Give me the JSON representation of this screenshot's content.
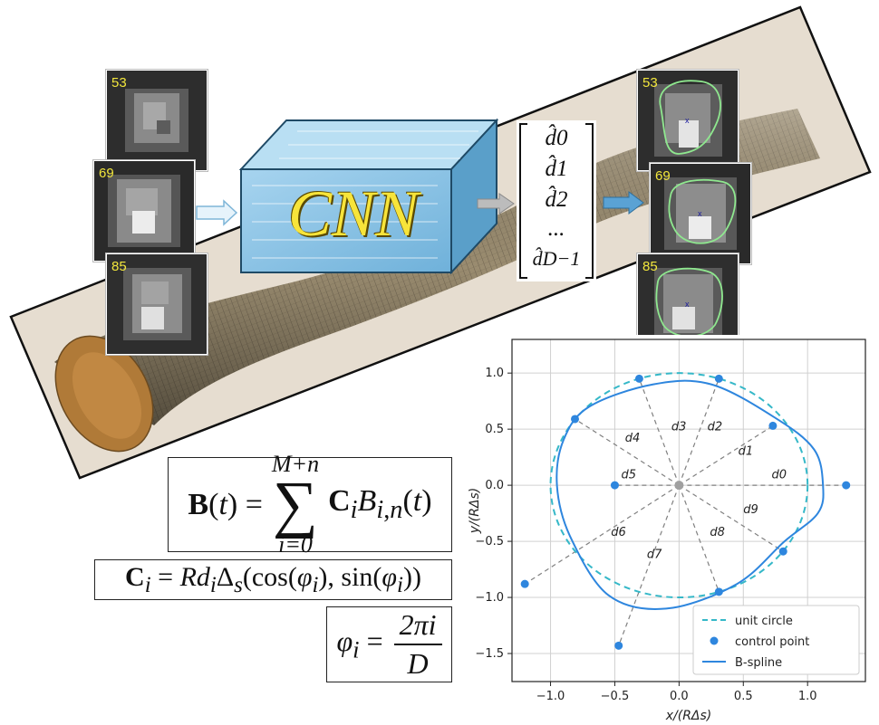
{
  "slices_input": [
    "53",
    "69",
    "85"
  ],
  "slices_output": [
    "53",
    "69",
    "85"
  ],
  "cnn_label": "CNN",
  "vector_entries": [
    "d̂0",
    "d̂1",
    "d̂2",
    "...",
    "d̂D−1"
  ],
  "equations": {
    "bspline": {
      "lhs": "B(t) =",
      "sum_top": "M+n",
      "sum_bottom": "i=0",
      "term": "C_i B_{i,n}(t)"
    },
    "control": "C_i = R d_i Δ_s (cos(φ_i), sin(φ_i))",
    "phi": {
      "lhs": "φ_i =",
      "num": "2πi",
      "den": "D"
    }
  },
  "colors": {
    "plot_blue": "#2e86de",
    "circle_cyan": "#35b8c8",
    "cnn_face": "#8ec6e6",
    "label_yellow": "#f2e63c",
    "contour_green": "#8fe88f"
  },
  "chart_data": {
    "type": "line",
    "xlabel": "x/(RΔs)",
    "ylabel": "y/(RΔs)",
    "xlim": [
      -1.3,
      1.45
    ],
    "ylim": [
      -1.75,
      1.3
    ],
    "xticks": [
      -1.0,
      -0.5,
      0.0,
      0.5,
      1.0
    ],
    "yticks": [
      -1.5,
      -1.0,
      -0.5,
      0.0,
      0.5,
      1.0
    ],
    "grid": true,
    "legend_position": "bottom-right",
    "radial_labels": [
      "d0",
      "d1",
      "d2",
      "d3",
      "d4",
      "d5",
      "d6",
      "d7",
      "d8",
      "d9"
    ],
    "series": [
      {
        "name": "unit circle",
        "style": "dashed"
      },
      {
        "name": "control point",
        "style": "marker",
        "points": [
          [
            1.3,
            0.0
          ],
          [
            0.73,
            0.53
          ],
          [
            0.31,
            0.95
          ],
          [
            -0.31,
            0.95
          ],
          [
            -0.81,
            0.59
          ],
          [
            -0.5,
            0.0
          ],
          [
            -1.2,
            -0.88
          ],
          [
            -0.47,
            -1.43
          ],
          [
            0.31,
            -0.95
          ],
          [
            0.81,
            -0.59
          ]
        ]
      },
      {
        "name": "B-spline",
        "style": "solid"
      }
    ]
  }
}
